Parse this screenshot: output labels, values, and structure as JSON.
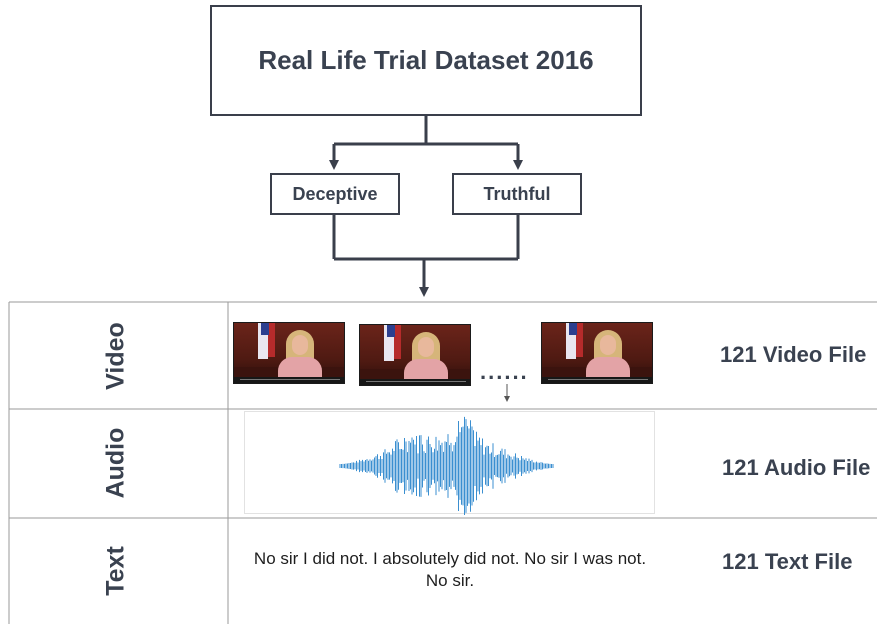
{
  "title": "Real Life Trial Dataset 2016",
  "classes": {
    "deceptive": "Deceptive",
    "truthful": "Truthful"
  },
  "rows": {
    "video": {
      "label": "Video",
      "count_text": "121 Video File",
      "ellipsis": "......"
    },
    "audio": {
      "label": "Audio",
      "count_text": "121 Audio File"
    },
    "text": {
      "label": "Text",
      "count_text": "121 Text File",
      "sample_transcript": "No sir I did not. I absolutely did not. No sir I was not. No sir."
    }
  },
  "colors": {
    "box_border": "#3a3f4b",
    "text": "#3a4250",
    "waveform": "#3b8fd0",
    "table_border": "#9a9a9a"
  }
}
